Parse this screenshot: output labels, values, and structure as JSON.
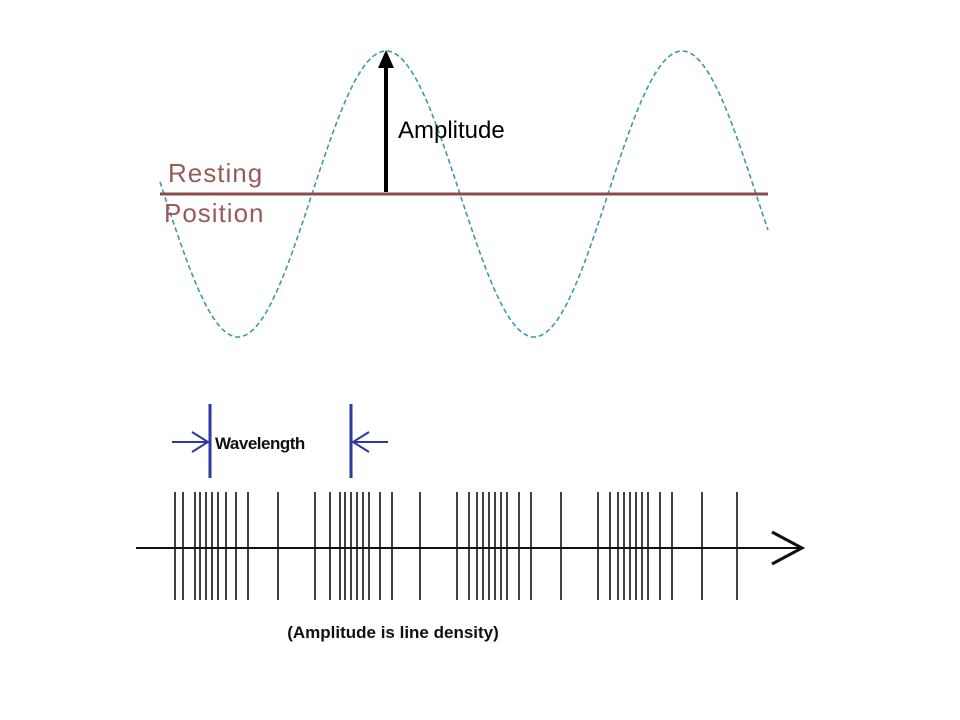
{
  "colors": {
    "background": "#ffffff",
    "wave": "#3a9aa8",
    "resting_line": "#8a4a4a",
    "resting_text": "#9a5a5a",
    "amplitude_arrow": "#000000",
    "wavelength_marker": "#2a3aa0",
    "density_lines": "#111111",
    "axis": "#111111"
  },
  "top_diagram": {
    "amplitude_label": "Amplitude",
    "resting_label_line1": "Resting",
    "resting_label_line2": "Position"
  },
  "bottom_diagram": {
    "wavelength_label": "Wavelength",
    "caption": "(Amplitude is line density)"
  }
}
